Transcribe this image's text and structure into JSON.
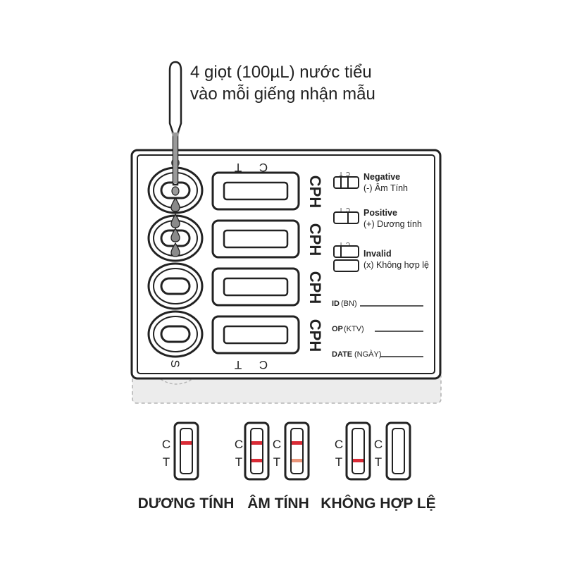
{
  "instruction": {
    "line1": "4 giọt (100µL) nước tiểu",
    "line2": "vào mỗi giếng nhận mẫu"
  },
  "cassette": {
    "label_c_top": "C",
    "label_t_top": "T",
    "label_c_bottom": "C",
    "label_t_bottom": "T",
    "label_s": "S",
    "cph_labels": [
      "CPH",
      "CPH",
      "CPH",
      "CPH"
    ]
  },
  "key": {
    "items": [
      {
        "title": "Negative",
        "desc": "(-) Âm Tính"
      },
      {
        "title": "Positive",
        "desc": "(+) Dương tính"
      },
      {
        "title": "Invalid",
        "desc": "(x) Không hợp lệ"
      }
    ],
    "tc_mark_t": "T",
    "tc_mark_c": "C"
  },
  "fields": [
    {
      "key": "ID",
      "hint": "(BN)"
    },
    {
      "key": "OP",
      "hint": "(KTV)"
    },
    {
      "key": "DATE",
      "hint": "(NGÀY)"
    }
  ],
  "results": {
    "c_label": "C",
    "t_label": "T",
    "groups": [
      "DƯƠNG TÍNH",
      "ÂM TÍNH",
      "KHÔNG HỢP LỆ"
    ]
  },
  "colors": {
    "ink": "#222222",
    "line_red": "#d92b36",
    "line_faint": "#e9957a",
    "pipette_fluid": "#9a9a9a",
    "tray_dashed": "#b5b5b5",
    "tray_fill": "#ececec"
  }
}
